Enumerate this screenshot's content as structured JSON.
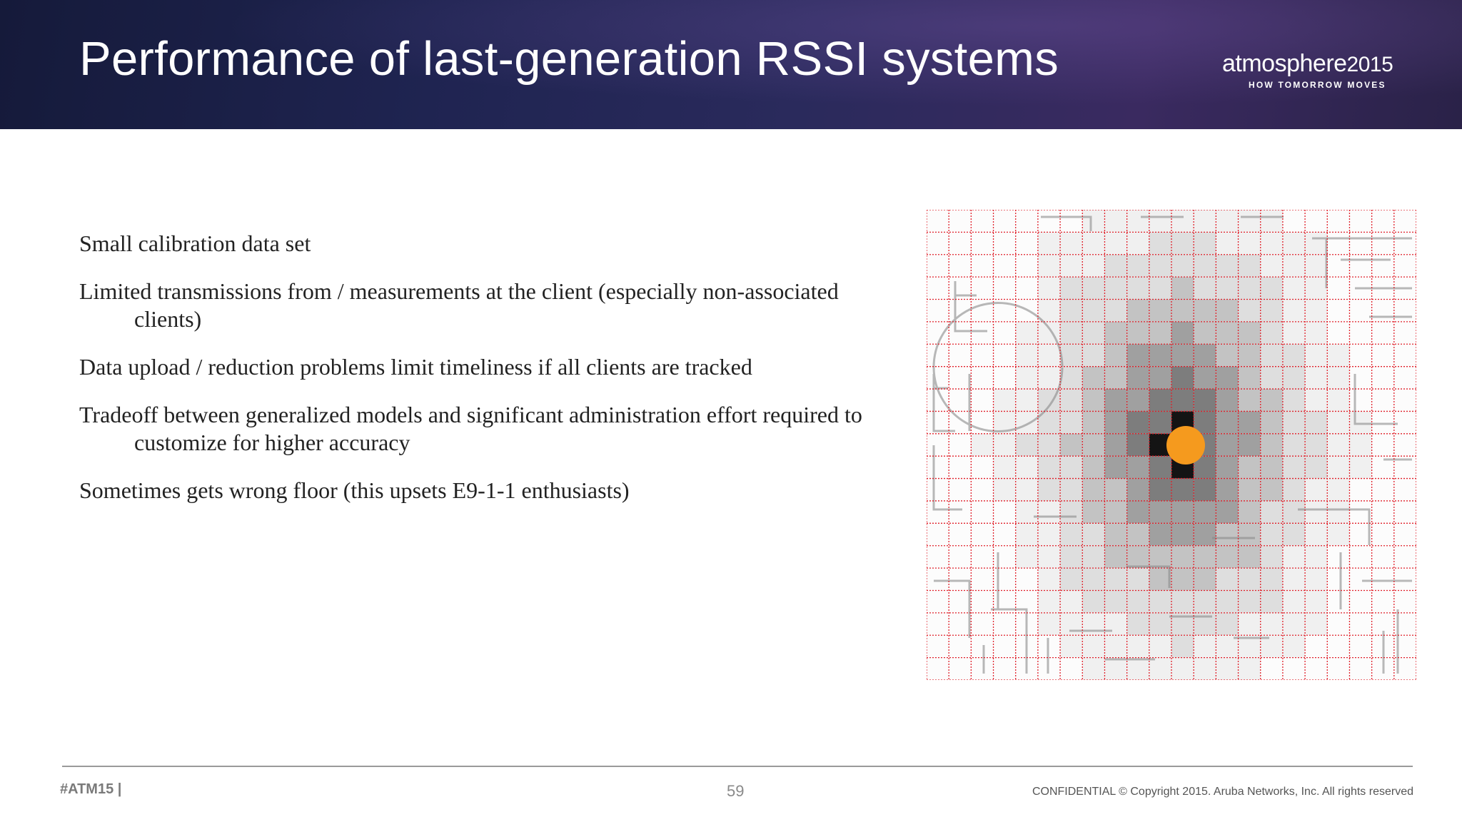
{
  "slide": {
    "title": "Performance of last-generation RSSI systems",
    "logo": {
      "brand": "atmosphere",
      "year": "2015",
      "tagline": "HOW TOMORROW MOVES"
    },
    "bullets": [
      "Small calibration data set",
      "Limited transmissions from / measurements at the client (especially non-associated clients)",
      "Data upload / reduction problems limit timeliness if all clients are tracked",
      "Tradeoff between generalized models and significant administration effort required to customize for higher accuracy",
      "Sometimes gets wrong floor (this upsets E9-1-1 enthusiasts)"
    ],
    "figure": {
      "grid_color": "#e0202a",
      "location_marker_color": "#f59a1e"
    }
  },
  "footer": {
    "hashtag": "#ATM15 |",
    "page_number": "59",
    "copyright": "CONFIDENTIAL © Copyright 2015. Aruba Networks, Inc. All rights reserved"
  },
  "colors": {
    "header_bg": "#1f2451",
    "title_text": "#ffffff",
    "body_text": "#222222"
  }
}
